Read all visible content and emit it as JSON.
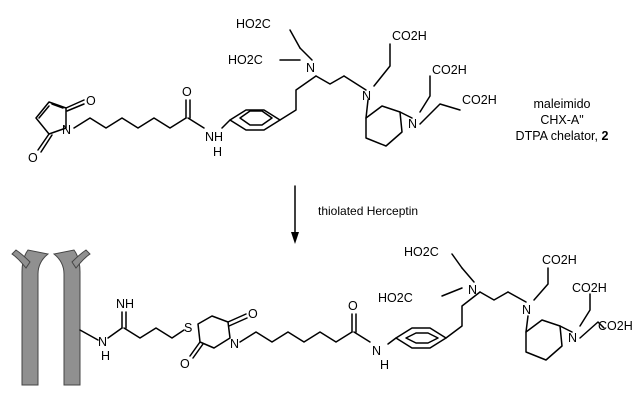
{
  "top_molecule": {
    "groups": {
      "co2h_1": "HO2C",
      "co2h_2": "HO2C",
      "co2h_3": "CO2H",
      "co2h_4": "CO2H",
      "co2h_5": "CO2H",
      "n_1": "N",
      "n_2": "N",
      "n_3": "N",
      "n_4": "N",
      "nh": "NH",
      "h": "H",
      "o_1": "O",
      "o_2": "O",
      "o_3": "O"
    },
    "caption": {
      "line1": "maleimido",
      "line2": "CHX-A\"",
      "line3": "DTPA chelator,",
      "compound_number": "2"
    }
  },
  "reaction_arrow": {
    "reagent_label": "thiolated Herceptin"
  },
  "bottom_molecule": {
    "groups": {
      "co2h_1": "HO2C",
      "co2h_2": "HO2C",
      "co2h_3": "CO2H",
      "co2h_4": "CO2H",
      "co2h_5": "CO2H",
      "nh_imine": "NH",
      "nh_1": "N",
      "h_1": "H",
      "s": "S",
      "o_1": "O",
      "o_2": "O",
      "o_3": "O",
      "n_succ": "N",
      "nh_amide": "N",
      "h_amide": "H",
      "n_1": "N",
      "n_2": "N",
      "n_3": "N"
    }
  }
}
